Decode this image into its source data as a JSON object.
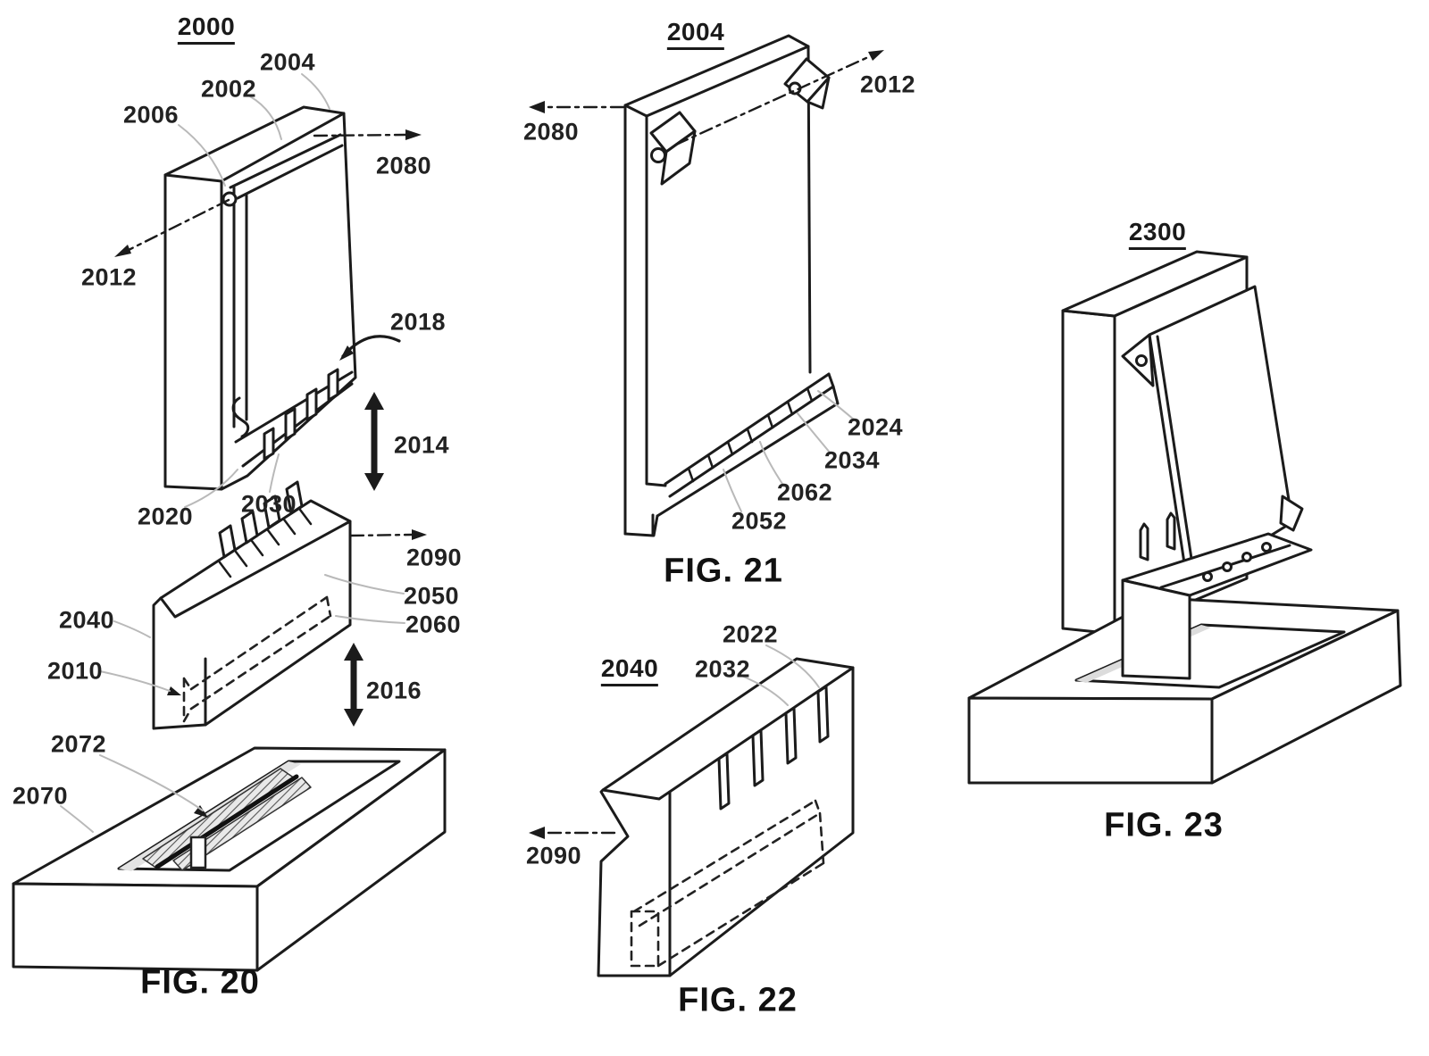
{
  "sheet": {
    "background_color": "#ffffff",
    "line_color": "#1b1b1b",
    "leader_color": "#b9b9b9"
  },
  "figures": {
    "fig20": {
      "title": "2000",
      "caption": "FIG. 20",
      "refs": {
        "r2004": "2004",
        "r2002": "2002",
        "r2006": "2006",
        "r2080": "2080",
        "r2012": "2012",
        "r2018": "2018",
        "r2014": "2014",
        "r2020": "2020",
        "r2030": "2030",
        "r2090": "2090",
        "r2050": "2050",
        "r2060": "2060",
        "r2040": "2040",
        "r2010": "2010",
        "r2016": "2016",
        "r2072": "2072",
        "r2070": "2070"
      }
    },
    "fig21": {
      "title": "2004",
      "caption": "FIG. 21",
      "refs": {
        "r2080": "2080",
        "r2012": "2012",
        "r2024": "2024",
        "r2034": "2034",
        "r2062": "2062",
        "r2052": "2052"
      }
    },
    "fig22": {
      "title": "2040",
      "caption": "FIG. 22",
      "refs": {
        "r2022": "2022",
        "r2032": "2032",
        "r2090": "2090"
      }
    },
    "fig23": {
      "title": "2300",
      "caption": "FIG. 23"
    }
  }
}
